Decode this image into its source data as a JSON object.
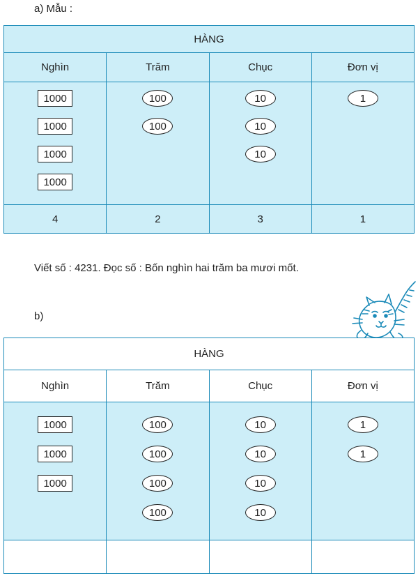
{
  "part_a": {
    "label": "a) Mẫu :",
    "header": "HÀNG",
    "columns": [
      "Nghìn",
      "Trăm",
      "Chục",
      "Đơn vị"
    ],
    "tokens": {
      "thousands": [
        "1000",
        "1000",
        "1000",
        "1000"
      ],
      "hundreds": [
        "100",
        "100"
      ],
      "tens": [
        "10",
        "10",
        "10"
      ],
      "ones": [
        "1"
      ]
    },
    "result": [
      "4",
      "2",
      "3",
      "1"
    ]
  },
  "example_sentence": "Viết số : 4231. Đọc số : Bốn nghìn hai trăm ba mươi mốt.",
  "part_b": {
    "label": "b)",
    "header": "HÀNG",
    "columns": [
      "Nghìn",
      "Trăm",
      "Chục",
      "Đơn vị"
    ],
    "tokens": {
      "thousands": [
        "1000",
        "1000",
        "1000"
      ],
      "hundreds": [
        "100",
        "100",
        "100",
        "100"
      ],
      "tens": [
        "10",
        "10",
        "10",
        "10"
      ],
      "ones": [
        "1",
        "1"
      ]
    },
    "result": [
      "",
      "",
      "",
      ""
    ]
  },
  "decoration": {
    "icon": "tiger-cat-illustration"
  }
}
